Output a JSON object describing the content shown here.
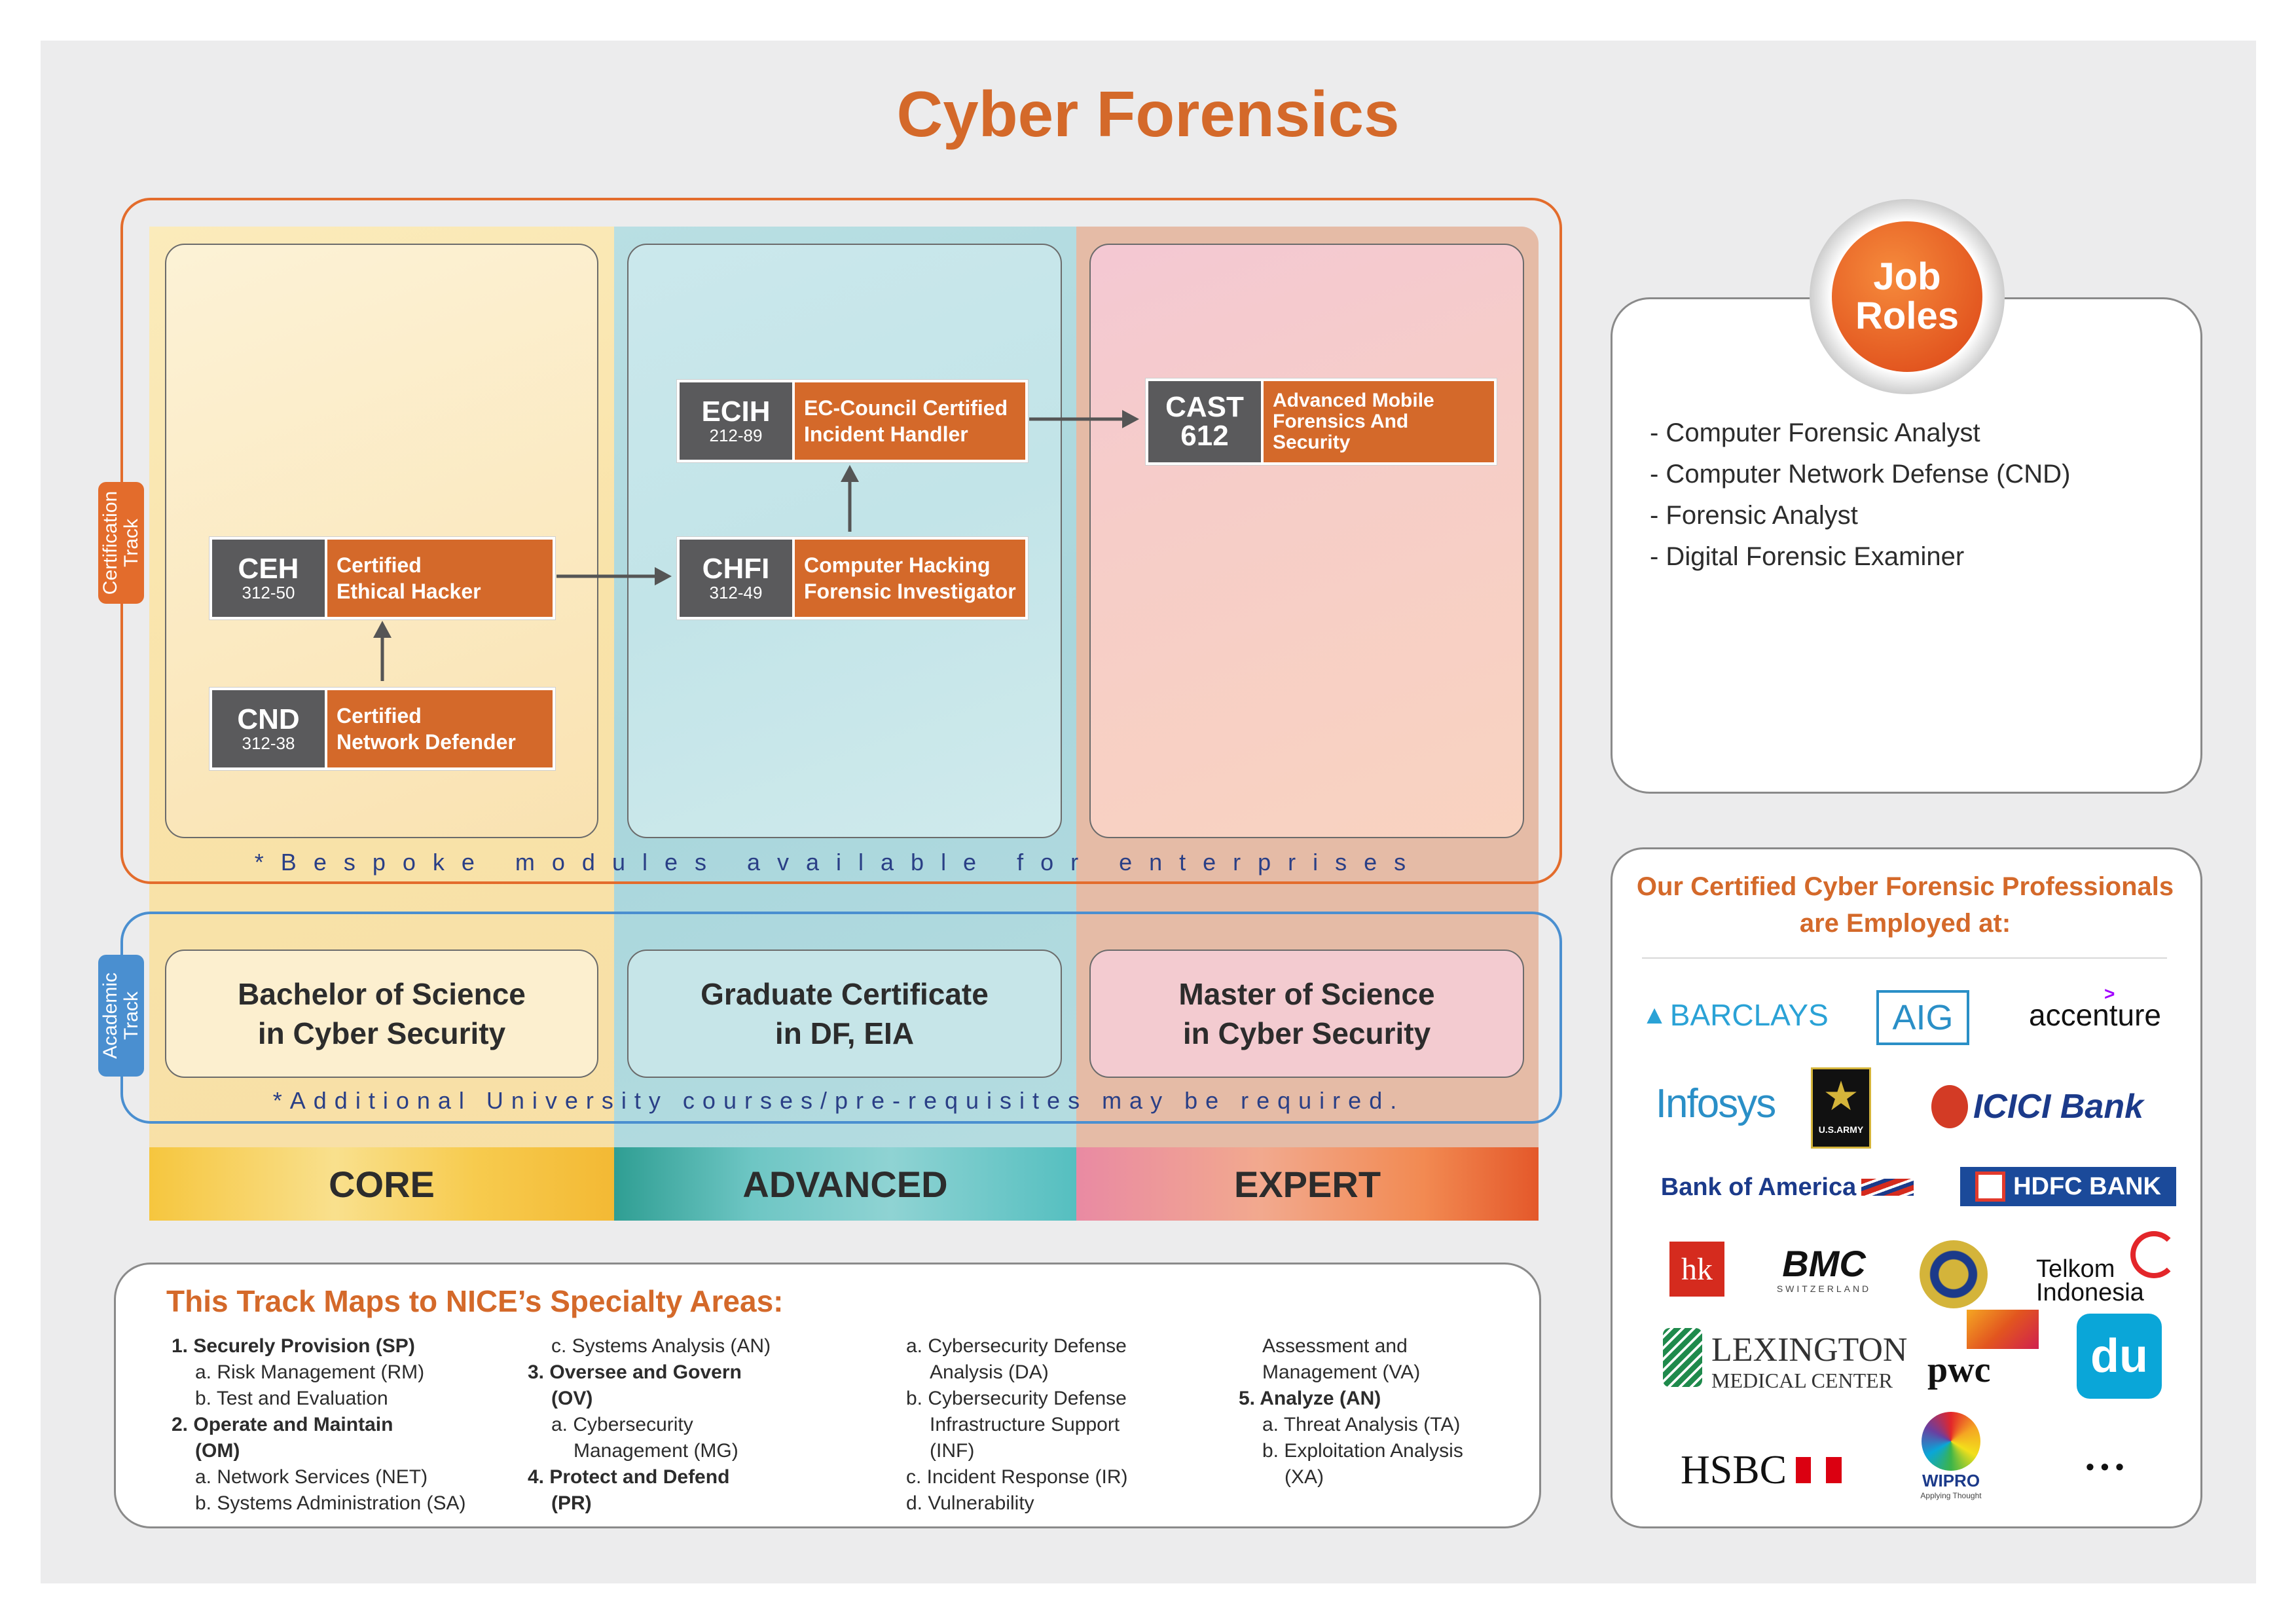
{
  "title": "Cyber Forensics",
  "tracks": {
    "certification": "Certification Track",
    "academic": "Academic Track"
  },
  "certifications": {
    "ceh": {
      "code": "CEH",
      "exam": "312-50",
      "line1": "Certified",
      "line2": "Ethical Hacker"
    },
    "cnd": {
      "code": "CND",
      "exam": "312-38",
      "line1": "Certified",
      "line2": "Network Defender"
    },
    "ecih": {
      "code": "ECIH",
      "exam": "212-89",
      "line1": "EC-Council Certified",
      "line2": "Incident Handler"
    },
    "chfi": {
      "code": "CHFI",
      "exam": "312-49",
      "line1": "Computer Hacking",
      "line2": "Forensic Investigator"
    },
    "cast": {
      "code": "CAST",
      "exam": "612",
      "line1": "Advanced Mobile",
      "line2": "Forensics And",
      "line3": "Security"
    }
  },
  "notes": {
    "bespoke": "*Bespoke modules available for enterprises",
    "additional": "*Additional University courses/pre-requisites may be required."
  },
  "academic": {
    "core": {
      "line1": "Bachelor of Science",
      "line2": "in Cyber Security"
    },
    "advanced": {
      "line1": "Graduate Certificate",
      "line2": "in DF, EIA"
    },
    "expert": {
      "line1": "Master of Science",
      "line2": "in Cyber Security"
    }
  },
  "levels": {
    "core": "CORE",
    "advanced": "ADVANCED",
    "expert": "EXPERT"
  },
  "job_roles": {
    "heading_line1": "Job",
    "heading_line2": "Roles",
    "items": [
      "- Computer Forensic Analyst",
      "- Computer Network Defense (CND)",
      "- Forensic Analyst",
      "- Digital Forensic Examiner"
    ]
  },
  "employers": {
    "title_line1": "Our Certified Cyber Forensic Professionals",
    "title_line2": "are Employed at:",
    "logos": {
      "barclays": "BARCLAYS",
      "aig": "AIG",
      "accenture": "accenture",
      "infosys": "Infosys",
      "usarmy": "U.S.ARMY",
      "icici": "ICICI Bank",
      "bofa": "Bank of America",
      "hdfc": "HDFC BANK",
      "hk": "hk",
      "bmc": "BMC",
      "bmc_sub": "SWITZERLAND",
      "telkom_line1": "Telkom",
      "telkom_line2": "Indonesia",
      "lexington_line1": "LEXINGTON",
      "lexington_line2": "MEDICAL CENTER",
      "pwc": "pwc",
      "du": "du",
      "hsbc": "HSBC",
      "wipro": "WIPRO",
      "wipro_sub": "Applying Thought",
      "more": "• • •"
    }
  },
  "nice": {
    "title": "This Track Maps to NICE’s Specialty Areas:",
    "col1": [
      {
        "t": "1. Securely Provision (SP)",
        "s": "b"
      },
      {
        "t": "a. Risk Management (RM)",
        "s": "i1"
      },
      {
        "t": "b. Test and Evaluation",
        "s": "i1"
      },
      {
        "t": "2. Operate and Maintain",
        "s": "b"
      },
      {
        "t": "(OM)",
        "s": "b i1"
      },
      {
        "t": "a. Network Services (NET)",
        "s": "i1"
      },
      {
        "t": "b. Systems Administration (SA)",
        "s": "i1"
      }
    ],
    "col2": [
      {
        "t": "c. Systems Analysis (AN)",
        "s": "i1"
      },
      {
        "t": "3. Oversee and Govern",
        "s": "b"
      },
      {
        "t": "(OV)",
        "s": "b i1"
      },
      {
        "t": "a. Cybersecurity",
        "s": "i1"
      },
      {
        "t": "Management (MG)",
        "s": "i2"
      },
      {
        "t": "4. Protect and Defend",
        "s": "b"
      },
      {
        "t": "(PR)",
        "s": "b i1"
      }
    ],
    "col3": [
      {
        "t": "a. Cybersecurity Defense",
        "s": ""
      },
      {
        "t": "Analysis (DA)",
        "s": "i1"
      },
      {
        "t": "b. Cybersecurity Defense",
        "s": ""
      },
      {
        "t": "Infrastructure Support",
        "s": "i1"
      },
      {
        "t": "(INF)",
        "s": "i1"
      },
      {
        "t": "c. Incident Response (IR)",
        "s": ""
      },
      {
        "t": "d. Vulnerability",
        "s": ""
      }
    ],
    "col4": [
      {
        "t": "Assessment and",
        "s": "i1"
      },
      {
        "t": "Management (VA)",
        "s": "i1"
      },
      {
        "t": "5. Analyze (AN)",
        "s": "b"
      },
      {
        "t": "a. Threat Analysis (TA)",
        "s": "i1"
      },
      {
        "t": "b. Exploitation Analysis",
        "s": "i1"
      },
      {
        "t": "(XA)",
        "s": "i2"
      }
    ]
  }
}
